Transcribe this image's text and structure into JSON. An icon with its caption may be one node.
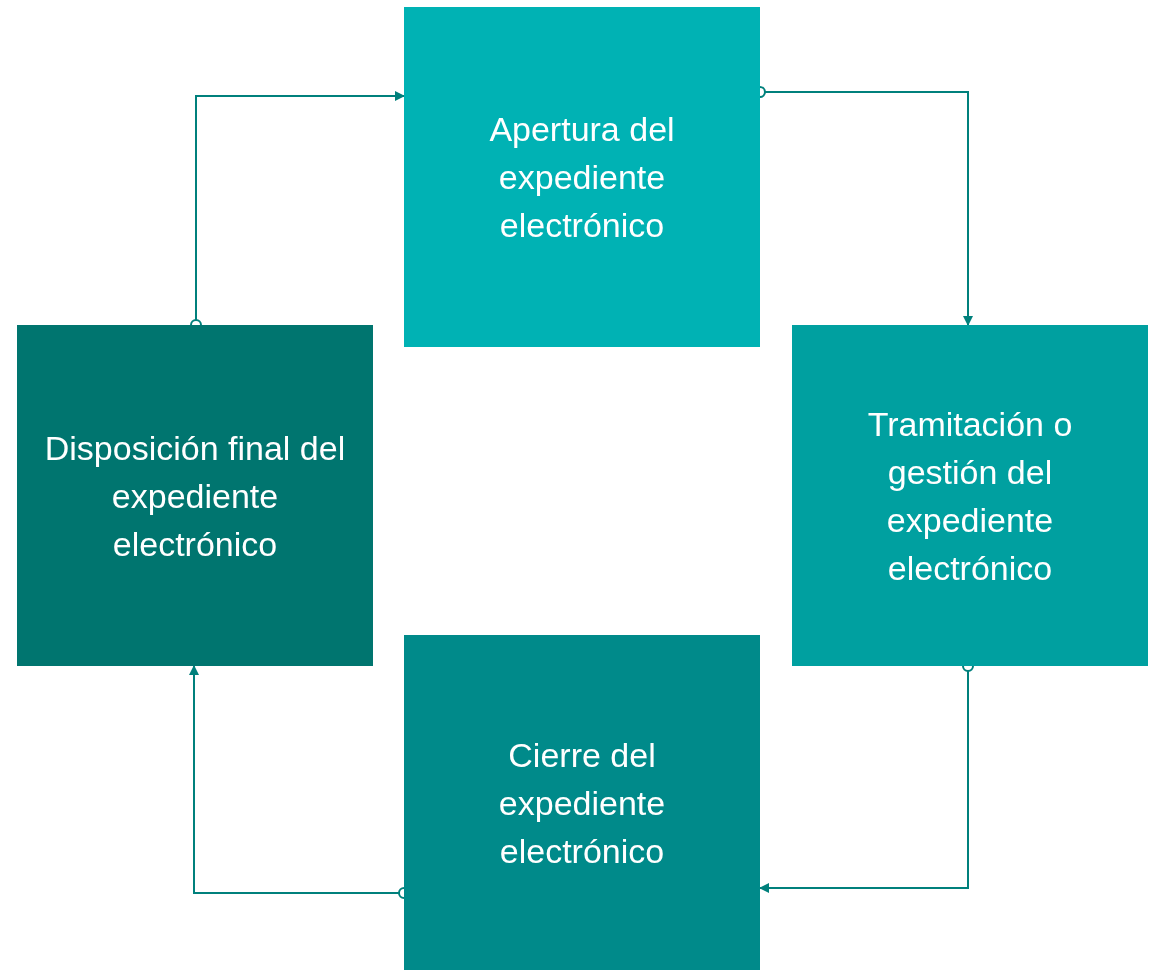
{
  "diagram": {
    "nodes": [
      {
        "text": [
          "Apertura del expediente electrónico"
        ]
      },
      {
        "text": [
          "Tramitación o gestión del expediente electrónico"
        ]
      },
      {
        "text": [
          "Cierre del expediente electrónico"
        ]
      },
      {
        "text": [
          "Disposición final del expediente electrónico"
        ]
      }
    ],
    "edges": [
      {
        "from": 0,
        "to": 1,
        "arrow": "to"
      },
      {
        "from": 1,
        "to": 2,
        "arrow": "to"
      },
      {
        "from": 2,
        "to": 3,
        "arrow": "to"
      },
      {
        "from": 3,
        "to": 0,
        "arrow": "to"
      }
    ]
  }
}
